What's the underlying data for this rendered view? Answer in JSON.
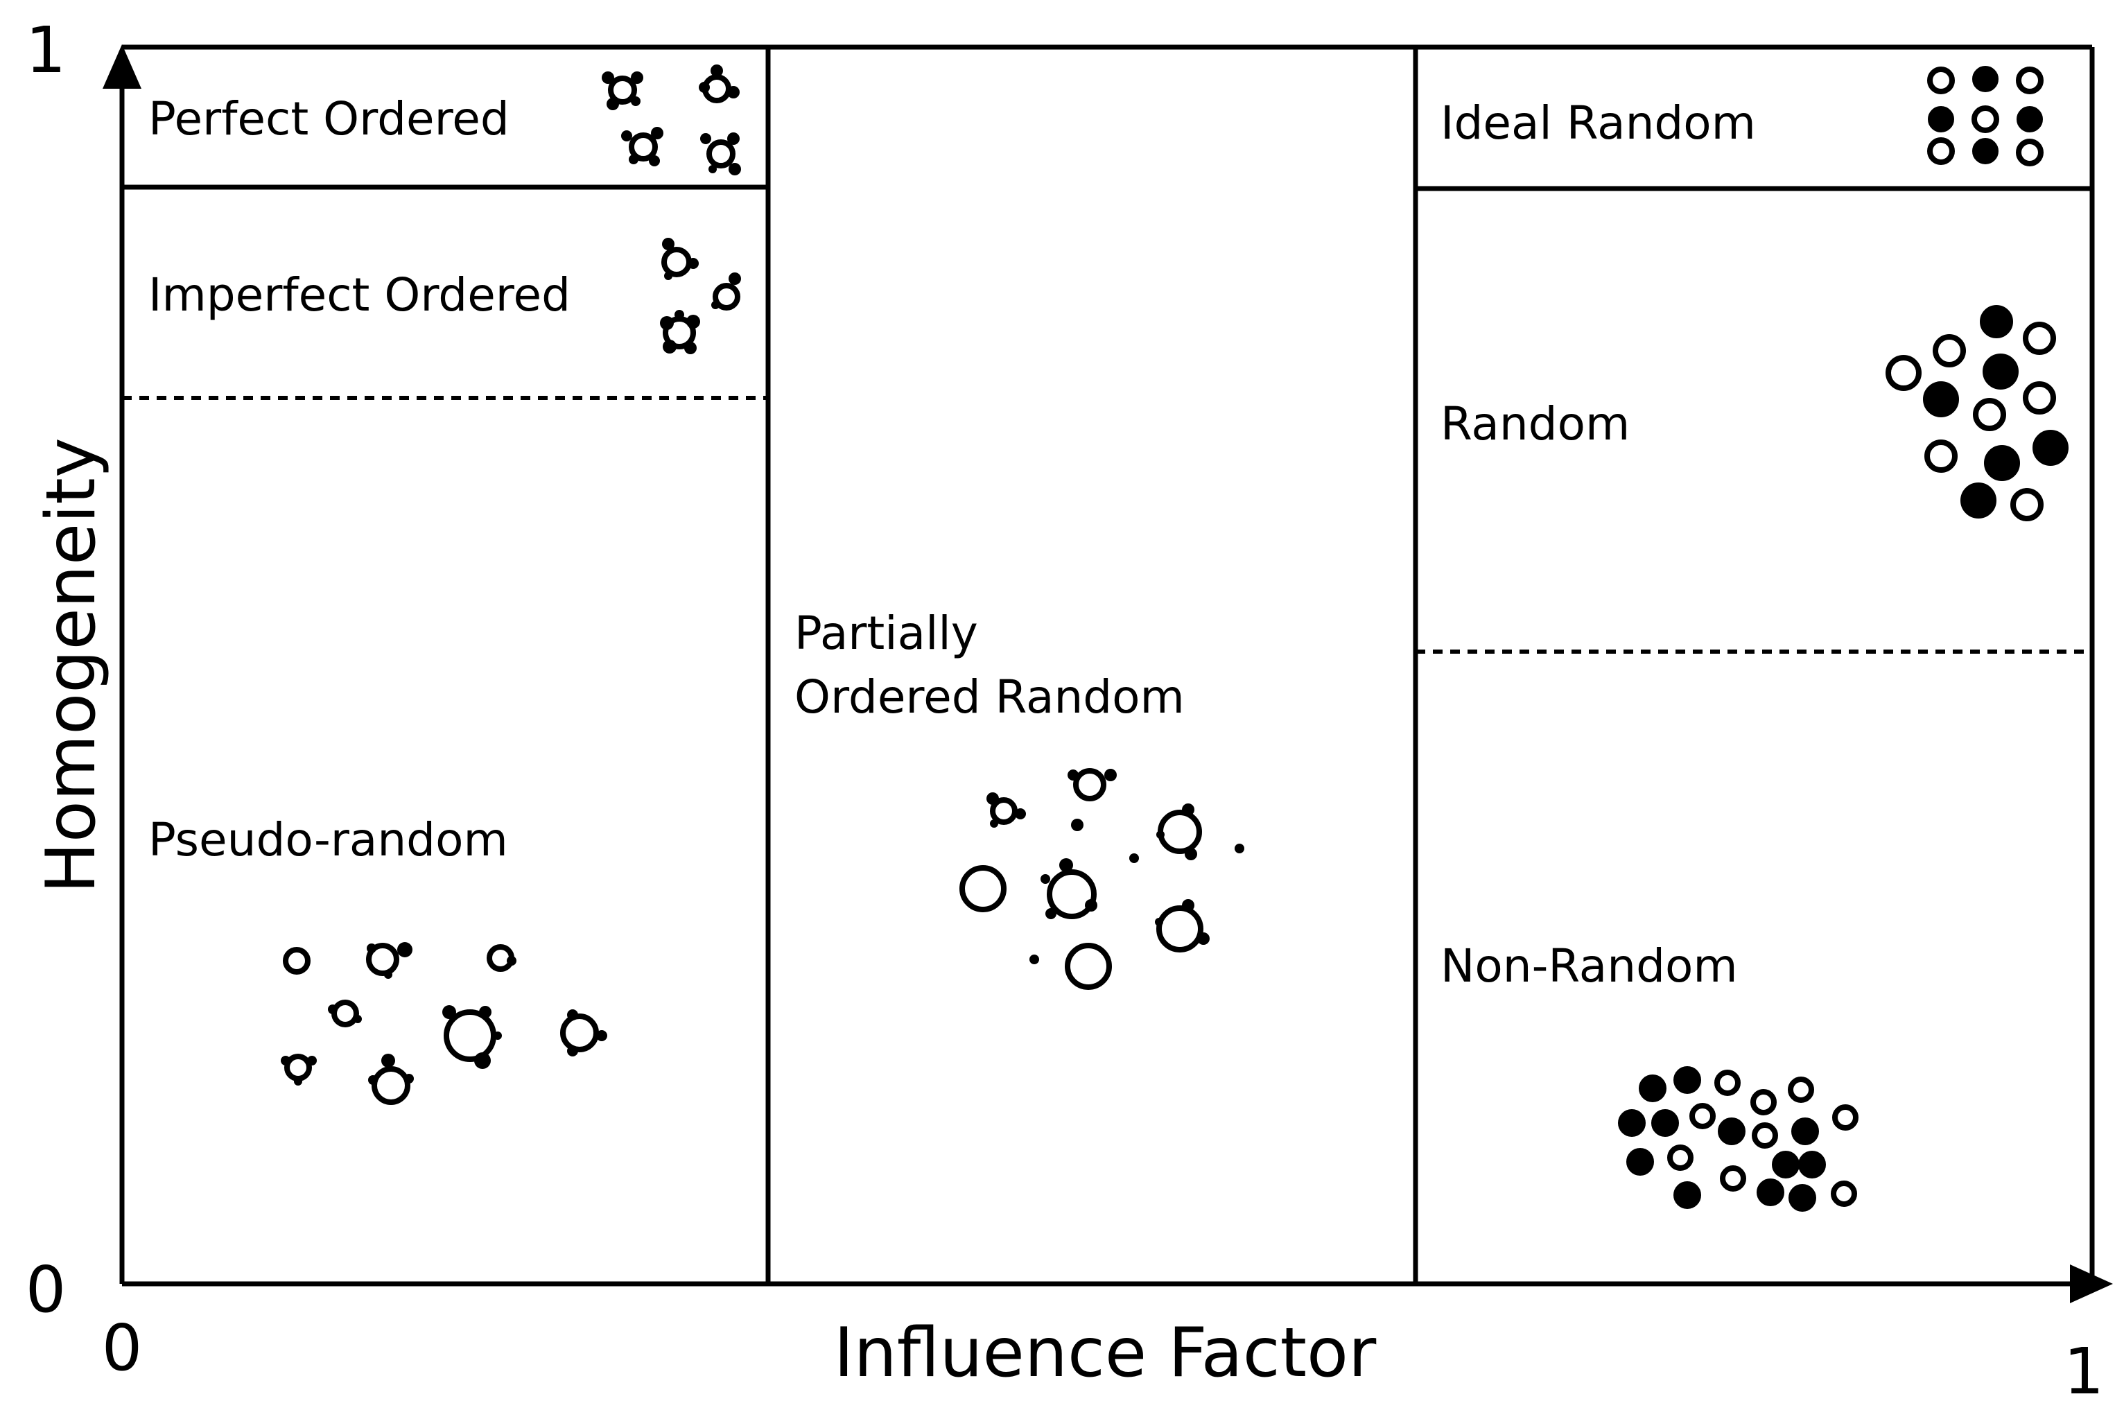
{
  "axes": {
    "x_title": "Influence Factor",
    "y_title": "Homogeneity",
    "x_min_label": "0",
    "x_max_label": "1",
    "y_min_label": "0",
    "y_max_label": "1"
  },
  "regions": {
    "perfect_ordered": "Perfect Ordered",
    "imperfect_ordered": "Imperfect Ordered",
    "pseudo_random": "Pseudo-random",
    "partially_ordered_random_line1": "Partially",
    "partially_ordered_random_line2": "Ordered Random",
    "ideal_random": "Ideal Random",
    "random": "Random",
    "non_random": "Non-Random"
  },
  "colors": {
    "line": "#000000",
    "background": "#ffffff",
    "open_particle": "#ffffff",
    "solid_particle": "#000000"
  }
}
